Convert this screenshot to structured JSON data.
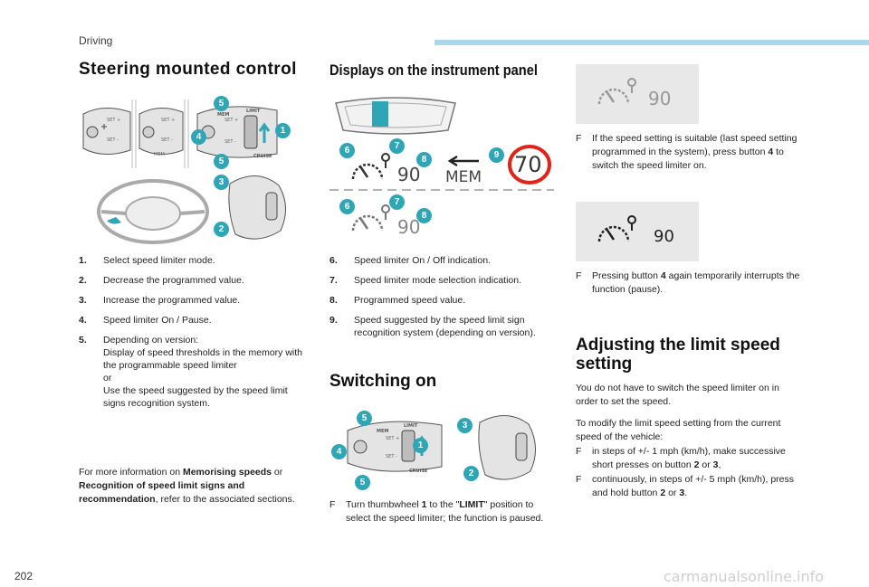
{
  "header": {
    "chapter": "Driving",
    "page_number": "202"
  },
  "watermark": "carmanualsonline.info",
  "left": {
    "title": "Steering mounted control",
    "callouts": [
      "5",
      "4",
      "1",
      "5",
      "3",
      "2"
    ],
    "items": [
      {
        "num": "1.",
        "text": "Select speed limiter mode."
      },
      {
        "num": "2.",
        "text": "Decrease the programmed value."
      },
      {
        "num": "3.",
        "text": "Increase the programmed value."
      },
      {
        "num": "4.",
        "text": "Speed limiter On / Pause."
      },
      {
        "num": "5.",
        "text": "Depending on version:\nDisplay of speed thresholds in the memory with the programmable speed limiter\nor\nUse the speed suggested by the speed limit signs recognition system."
      }
    ],
    "more_info": {
      "prefix": "For more information on ",
      "link1": "Memorising speeds",
      "mid": " or ",
      "link2": "Recognition of speed limit signs and recommendation",
      "suffix": ", refer to the associated sections."
    },
    "switch_labels": {
      "set_plus": "SET +",
      "set_minus": "SET -",
      "mem": "MEM",
      "limit": "LIMIT",
      "cruise": "CRUISE"
    }
  },
  "middle": {
    "title": "Displays on the instrument panel",
    "display": {
      "speed": "90",
      "mem": "MEM",
      "sign_speed": "70",
      "speed2": "90"
    },
    "callouts": [
      "6",
      "7",
      "8",
      "9",
      "6",
      "7",
      "8"
    ],
    "items": [
      {
        "num": "6.",
        "text": "Speed limiter On / Off indication."
      },
      {
        "num": "7.",
        "text": "Speed limiter mode selection indication."
      },
      {
        "num": "8.",
        "text": "Programmed speed value."
      },
      {
        "num": "9.",
        "text": "Speed suggested by the speed limit sign recognition system (depending on version)."
      }
    ],
    "switching_on": {
      "title": "Switching on",
      "callouts": [
        "5",
        "3",
        "1",
        "4",
        "2",
        "5"
      ],
      "instruction": {
        "marker": "F",
        "before": "Turn thumbwheel ",
        "b1": "1",
        "mid": " to the \"",
        "b2": "LIMIT",
        "after": "\" position to select the speed limiter; the function is paused."
      }
    }
  },
  "right": {
    "display1_speed": "90",
    "display2_speed": "90",
    "bullet1": {
      "marker": "F",
      "before": "If the speed setting is suitable (last speed setting programmed in the system), press button ",
      "b": "4",
      "after": " to switch the speed limiter on."
    },
    "bullet2": {
      "marker": "F",
      "before": "Pressing button ",
      "b": "4",
      "after": " again temporarily interrupts the function (pause)."
    },
    "adjust": {
      "title": "Adjusting the limit speed setting",
      "p1": "You do not have to switch the speed limiter on in order to set the speed.",
      "p2": "To modify the limit speed setting from the current speed of the vehicle:",
      "b1": {
        "marker": "F",
        "before": "in steps of +/- 1 mph (km/h), make successive short presses on button ",
        "b1": "2",
        "mid": " or ",
        "b2": "3",
        "after": ","
      },
      "b2": {
        "marker": "F",
        "before": "continuously, in steps of +/- 5 mph (km/h), press and hold button ",
        "b1": "2",
        "mid": " or ",
        "b2": "3",
        "after": "."
      }
    }
  }
}
